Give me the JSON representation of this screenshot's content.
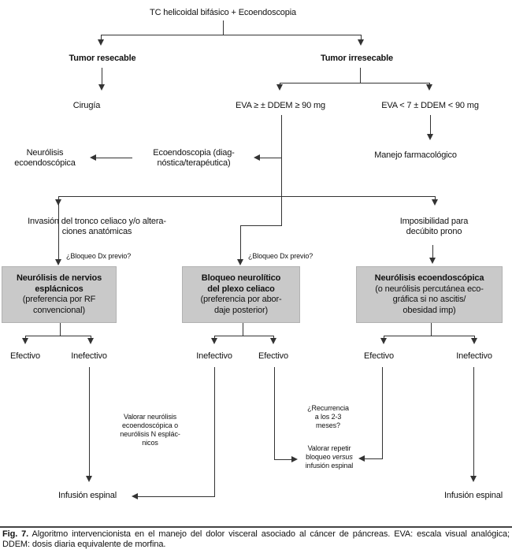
{
  "colors": {
    "background": "#ffffff",
    "line": "#333333",
    "box_fill": "#c9c9c9",
    "box_border": "#b2b2b2",
    "text": "#111111"
  },
  "flow": {
    "root": "TC helicoidal bifásico + Ecoendoscopia",
    "tumor_resecable": "Tumor resecable",
    "tumor_irresecable": "Tumor irresecable",
    "cirugia": "Cirugía",
    "eva_high": "EVA ≥ ± DDEM ≥ 90 mg",
    "eva_low": "EVA < 7 ± DDEM < 90 mg",
    "ecoendoscopia": "Ecoendoscopia (diag-\nnóstica/terapéutica)",
    "neurolisis_eco": "Neurólisis\necoendoscópica",
    "manejo_farmacologico": "Manejo farmacológico",
    "invasion_tronco": "Invasión del tronco celiaco y/o altera-\nciones anatómicas",
    "imposibilidad": "Imposibilidad para\ndecúbito prono",
    "bloqueo_dx_left": "¿Bloqueo Dx previo?",
    "bloqueo_dx_mid": "¿Bloqueo Dx previo?",
    "box_left": {
      "title": "Neurólisis de nervios\nesplácnicos",
      "sub": "(preferencia por RF\nconvencional)"
    },
    "box_mid": {
      "title": "Bloqueo neurolítico\ndel plexo celiaco",
      "sub": "(preferencia por abor-\ndaje posterior)"
    },
    "box_right": {
      "title": "Neurólisis ecoendoscópica",
      "sub": "(o neurólisis percutánea eco-\ngráfica si no ascitis/\nobesidad imp)"
    },
    "outcomes": {
      "left": {
        "a": "Efectivo",
        "b": "Inefectivo"
      },
      "mid": {
        "a": "Inefectivo",
        "b": "Efectivo"
      },
      "right": {
        "a": "Efectivo",
        "b": "Inefectivo"
      }
    },
    "valorar_neurolisis": "Valorar neurólisis\necoendoscópica o\nneurólisis N esplác-\nnicos",
    "recurrencia": "¿Recurrencia\na los 2-3\nmeses?",
    "valorar_repetir": {
      "part1": "Valorar repetir\nbloqueo ",
      "versus": "versus",
      "part2": "\ninfusión espinal"
    },
    "infusion_left": "Infusión espinal",
    "infusion_right": "Infusión espinal"
  },
  "caption": {
    "label": "Fig. 7.",
    "text": " Algoritmo intervencionista en el manejo del dolor visceral asociado al cáncer de páncreas. EVA: escala visual analógica; DDEM: dosis diaria equivalente de morfina."
  }
}
